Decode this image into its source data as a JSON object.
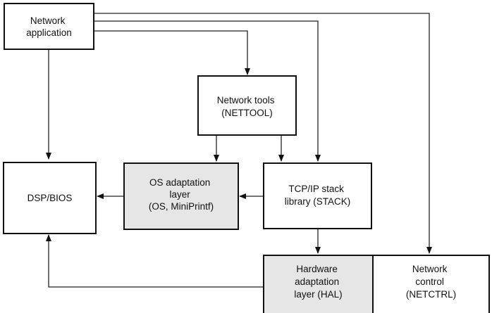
{
  "colors": {
    "box_fill_white": "#ffffff",
    "box_fill_shaded": "#e6e6e6",
    "stroke": "#111111"
  },
  "nodes": {
    "network_app": {
      "lines": [
        "Network",
        "application"
      ]
    },
    "network_tools": {
      "lines": [
        "Network tools",
        "(NETTOOL)"
      ]
    },
    "dsp_bios": {
      "lines": [
        "DSP/BIOS"
      ]
    },
    "os_adapt": {
      "lines": [
        "OS adaptation",
        "layer",
        "(OS, MiniPrintf)"
      ]
    },
    "tcpip": {
      "lines": [
        "TCP/IP stack",
        "library (STACK)"
      ]
    },
    "hal": {
      "lines": [
        "Hardware",
        "adaptation",
        "layer (HAL)"
      ]
    },
    "netctrl": {
      "lines": [
        "Network",
        "control",
        "(NETCTRL)"
      ]
    }
  },
  "edges": [
    {
      "from": "network_app",
      "to": "dsp_bios"
    },
    {
      "from": "network_app",
      "to": "network_tools"
    },
    {
      "from": "network_app",
      "to": "tcpip"
    },
    {
      "from": "network_app",
      "to": "netctrl"
    },
    {
      "from": "network_tools",
      "to": "os_adapt"
    },
    {
      "from": "network_tools",
      "to": "tcpip"
    },
    {
      "from": "os_adapt",
      "to": "dsp_bios"
    },
    {
      "from": "tcpip",
      "to": "os_adapt"
    },
    {
      "from": "tcpip",
      "to": "hal"
    },
    {
      "from": "hal",
      "to": "dsp_bios"
    }
  ]
}
